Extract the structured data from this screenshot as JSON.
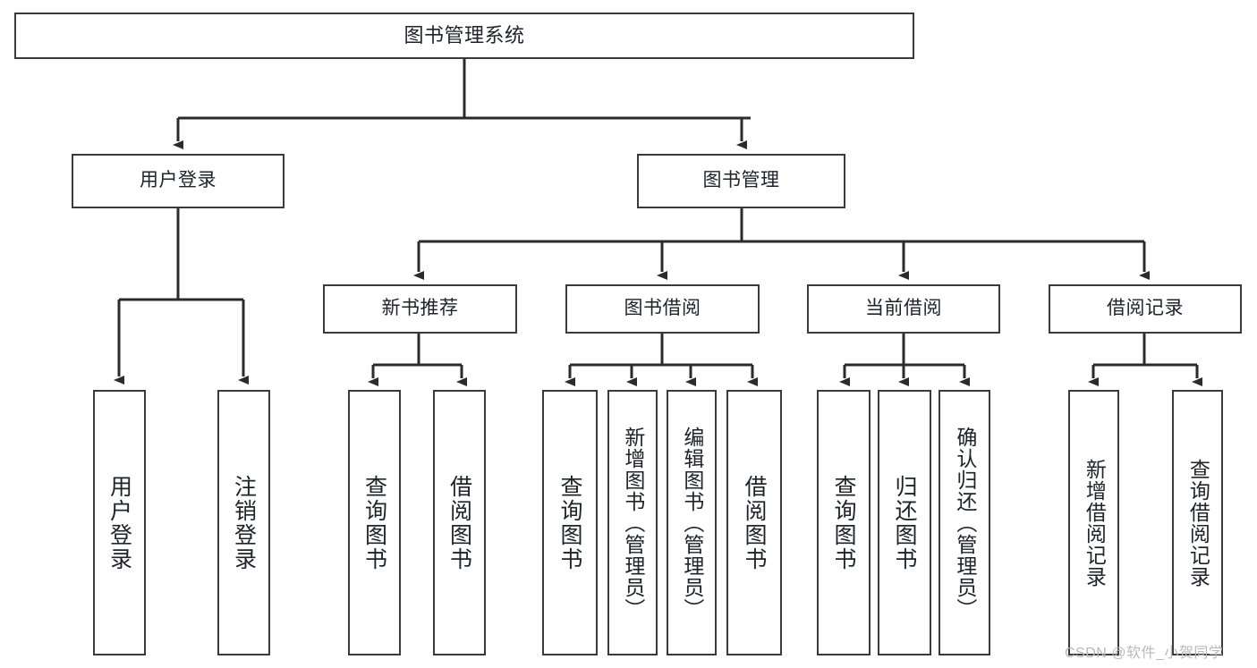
{
  "diagram": {
    "type": "tree-hierarchy",
    "title": "图书管理系统",
    "orientation": "top-down",
    "colors": {
      "background": "#ffffff",
      "node_fill": "#ffffff",
      "node_border": "#3a3a3a",
      "edge": "#2b2b2b",
      "text": "#20232a",
      "watermark": "#b9b9b9"
    },
    "nodes": {
      "root": {
        "label": "图书管理系统"
      },
      "level2": [
        {
          "label": "用户登录"
        },
        {
          "label": "图书管理"
        }
      ],
      "level3": [
        {
          "label": "新书推荐"
        },
        {
          "label": "图书借阅"
        },
        {
          "label": "当前借阅"
        },
        {
          "label": "借阅记录"
        }
      ],
      "leaves": {
        "user_login": [
          {
            "label": "用户登录"
          },
          {
            "label": "注销登录"
          }
        ],
        "new_book_recommend": [
          {
            "label": "查询图书"
          },
          {
            "label": "借阅图书"
          }
        ],
        "book_borrow": [
          {
            "label": "查询图书"
          },
          {
            "label": "新增图书（管理员）"
          },
          {
            "label": "编辑图书（管理员）"
          },
          {
            "label": "借阅图书"
          }
        ],
        "current_borrow": [
          {
            "label": "查询图书"
          },
          {
            "label": "归还图书"
          },
          {
            "label": "确认归还（管理员）"
          }
        ],
        "borrow_record": [
          {
            "label": "新增借阅记录"
          },
          {
            "label": "查询借阅记录"
          }
        ]
      }
    },
    "watermark": "CSDN @软件_小贺同学"
  }
}
